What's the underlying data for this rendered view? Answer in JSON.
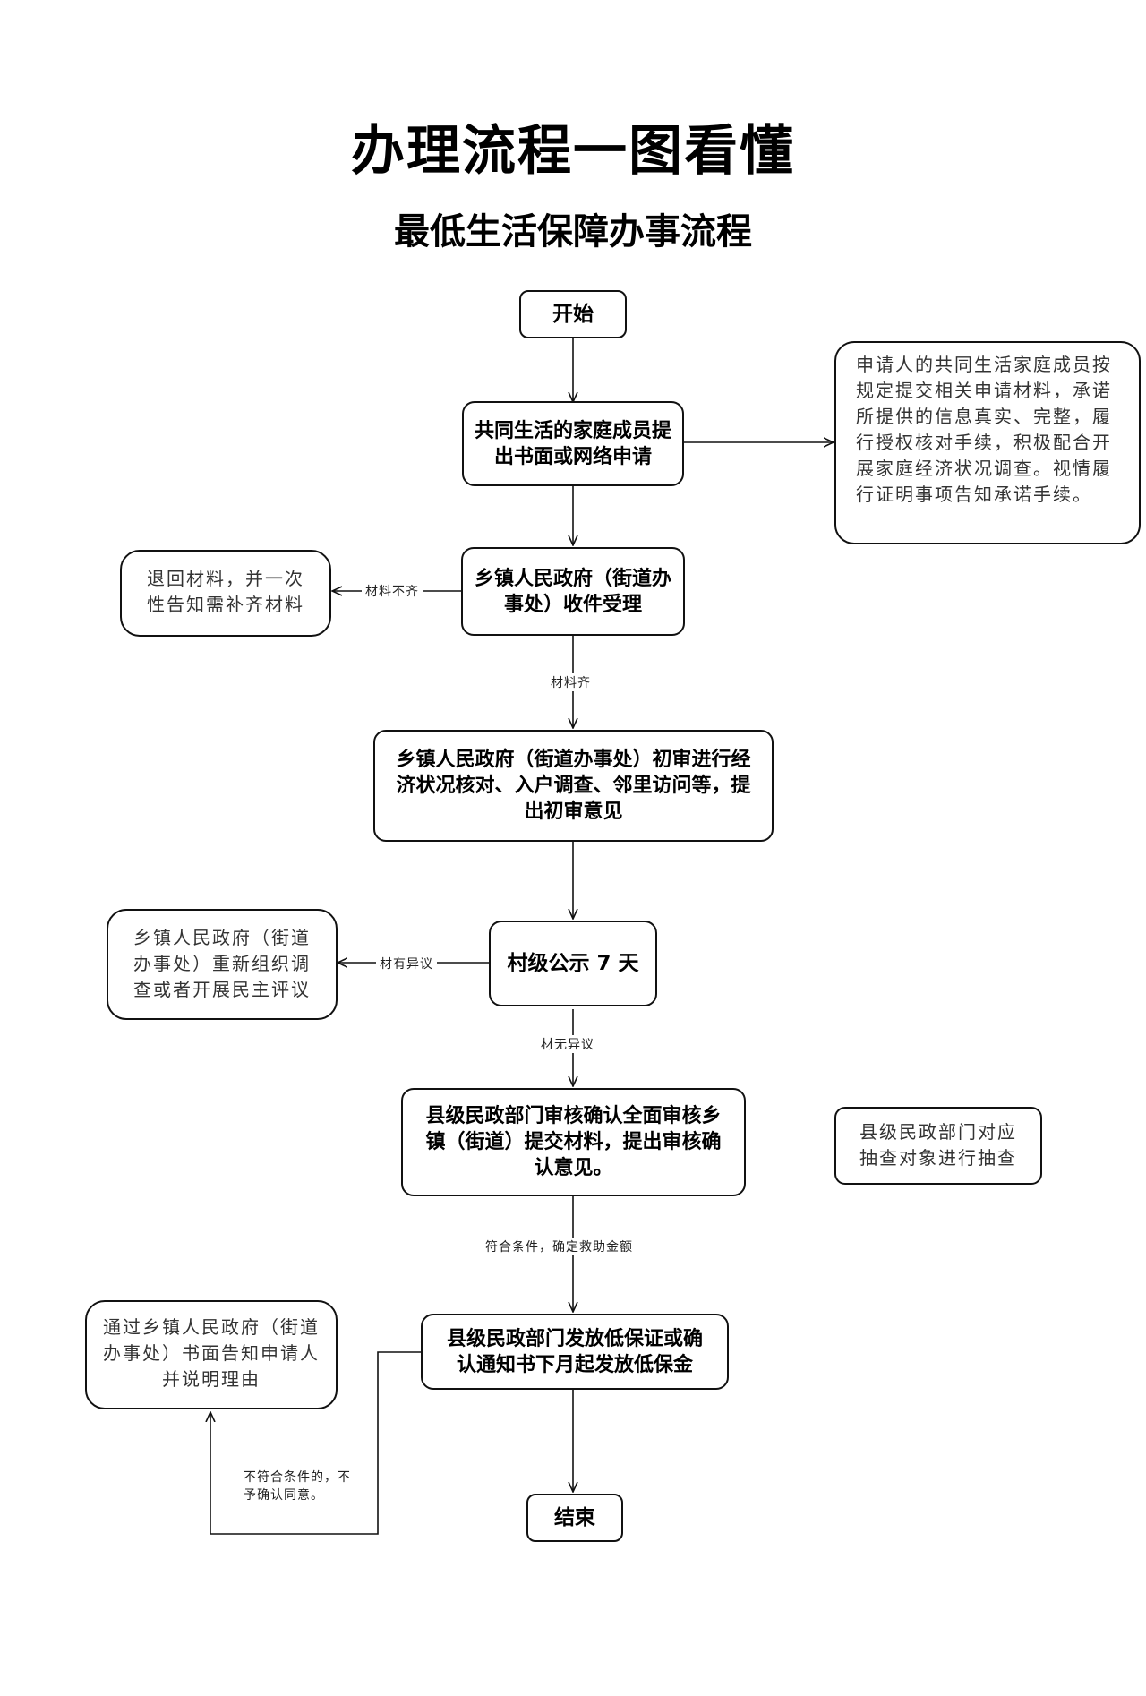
{
  "title": "办理流程一图看懂",
  "subtitle": "最低生活保障办事流程",
  "steps": {
    "start": "开始",
    "apply": "共同生活的家庭成员提出书面或网络申请",
    "accept": "乡镇人民政府（街道办事处）收件受理",
    "review": "乡镇人民政府（街道办事处）初审进行经济状况核对、入户调查、邻里访问等，提出初审意见",
    "publicity": "村级公示 7 天",
    "county_confirm": "县级民政部门审核确认全面审核乡镇（街道）提交材料，提出审核确认意见。",
    "issue": "县级民政部门发放低保证或确认通知书下月起发放低保金",
    "end": "结束"
  },
  "notes": {
    "commitment": "申请人的共同生活家庭成员按规定提交相关申请材料，承诺所提供的信息真实、完整，履行授权核对手续，积极配合开展家庭经济状况调查。视情履行证明事项告知承诺手续。",
    "return_materials": "退回材料，并一次性告知需补齐材料",
    "reorganize": "乡镇人民政府（街道办事处）重新组织调查或者开展民主评议",
    "spot_check": "县级民政部门对应抽查对象进行抽查",
    "reject_notice": "通过乡镇人民政府（街道办事处）书面告知申请人并说明理由"
  },
  "labels": {
    "incomplete": "材料不齐",
    "complete": "材料齐",
    "objection": "材有异议",
    "no_objection": "材无异议",
    "eligible": "符合条件，确定救助金额",
    "ineligible": "不符合条件的，不予确认同意。"
  }
}
